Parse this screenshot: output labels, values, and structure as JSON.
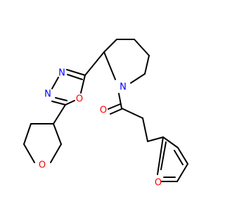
{
  "colors": {
    "bond": "#000000",
    "oxygen": "#ff0000",
    "nitrogen": "#0000ff"
  },
  "atoms": {
    "piperidine_n": {
      "text": "N",
      "element": "nitrogen"
    },
    "carbonyl_o": {
      "text": "O",
      "element": "oxygen"
    },
    "oxadiazole_n1": {
      "text": "N",
      "element": "nitrogen"
    },
    "oxadiazole_n2": {
      "text": "N",
      "element": "nitrogen"
    },
    "oxadiazole_o": {
      "text": "O",
      "element": "oxygen"
    },
    "furan_o": {
      "text": "O",
      "element": "oxygen"
    },
    "oxane_o": {
      "text": "O",
      "element": "oxygen"
    }
  }
}
